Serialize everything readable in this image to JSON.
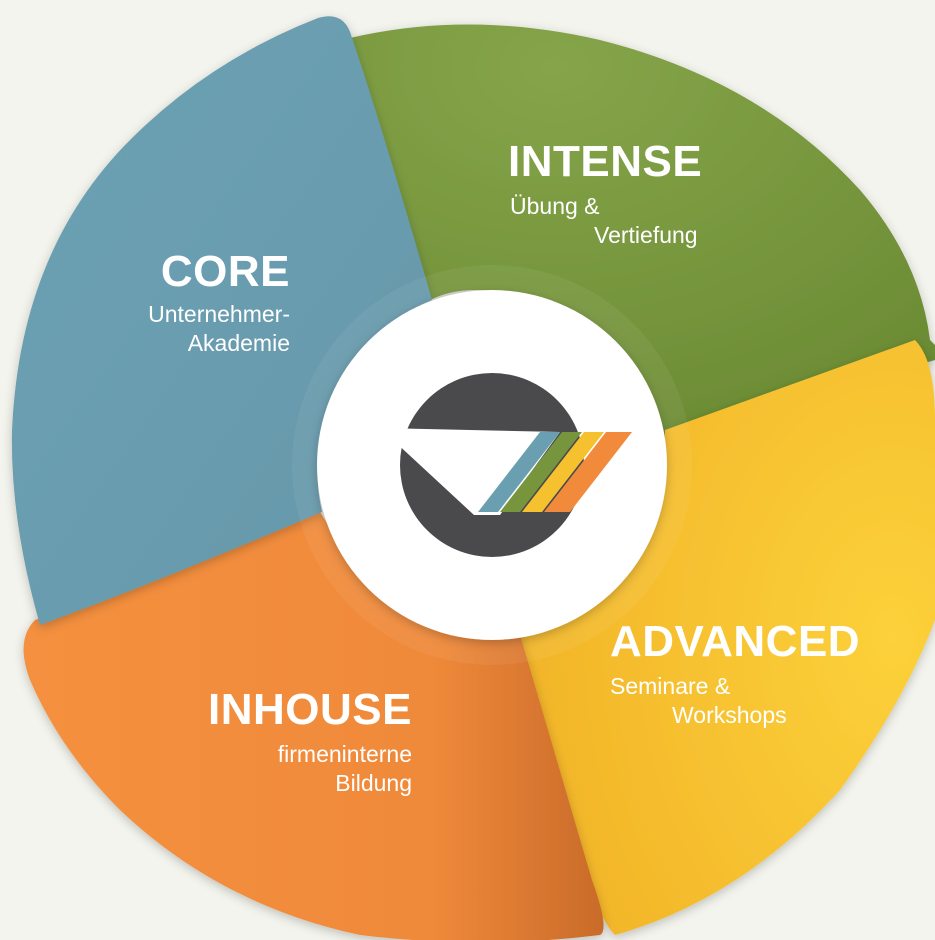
{
  "segments": [
    {
      "id": "core",
      "title": "CORE",
      "line1": "Unternehmer-",
      "line2": "Akademie",
      "color": "#6a9fb1"
    },
    {
      "id": "intense",
      "title": "INTENSE",
      "line1": "Übung &",
      "line2": "Vertiefung",
      "color": "#76953d"
    },
    {
      "id": "advanced",
      "title": "ADVANCED",
      "line1": "Seminare &",
      "line2": "Workshops",
      "color": "#f6c12e"
    },
    {
      "id": "inhouse",
      "title": "INHOUSE",
      "line1": "firmeninterne",
      "line2": "Bildung",
      "color": "#f28a3b"
    }
  ],
  "logo": {
    "icon": "stripes-logo-icon",
    "circle_color": "#4a4a4c",
    "stripe_colors": [
      "#6a9fb1",
      "#76953d",
      "#f6c12e",
      "#f28a3b"
    ]
  }
}
